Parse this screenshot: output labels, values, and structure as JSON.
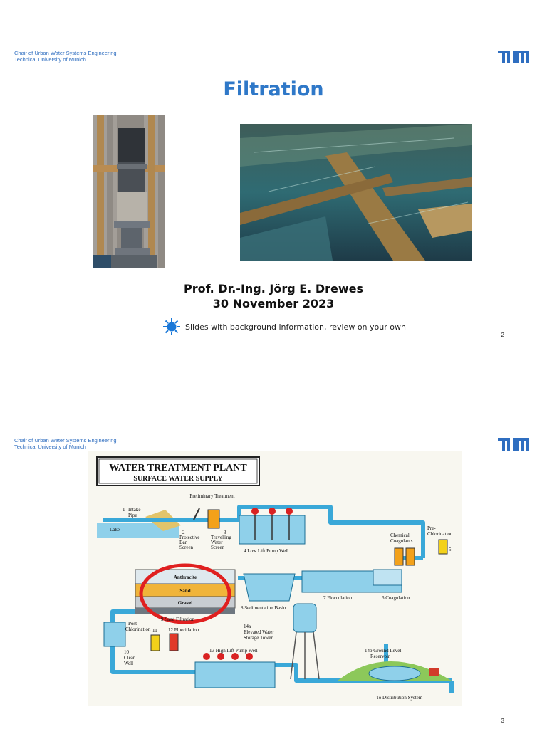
{
  "header": {
    "affiliation_line1": "Chair of Urban Water Systems Engineering",
    "affiliation_line2": "Technical University of Munich",
    "logo_text": "TUM"
  },
  "slide1": {
    "title": "Filtration",
    "author": "Prof. Dr.-Ing. Jörg E. Drewes",
    "date": "30 November 2023",
    "note_icon": "sun-icon",
    "note": "Slides with background information, review on your own",
    "page_number": "2"
  },
  "slide2": {
    "diagram": {
      "title_line1": "WATER TREATMENT PLANT",
      "title_line2": "SURFACE WATER SUPPLY",
      "labels": {
        "preliminary": "Preliminary Treatment",
        "intake_num": "1",
        "intake1": "Intake",
        "intake2": "Pipe",
        "lake": "Lake",
        "bar_num": "2",
        "bar1": "Protective",
        "bar2": "Bar",
        "bar3": "Screen",
        "travel_num": "3",
        "travel1": "Travelling",
        "travel2": "Water",
        "travel3": "Screen",
        "lowlift": "4 Low Lift Pump Well",
        "prechlor1": "Pre-",
        "prechlor2": "Chlorination",
        "prechlor_num": "5",
        "chem1": "Chemical",
        "chem2": "Coagulants",
        "anthracite": "Anthracite",
        "sand": "Sand",
        "gravel": "Gravel",
        "sandfilt": "9 Sand Filtration",
        "sedim": "8 Sedimentation Basin",
        "floc": "7 Flocculation",
        "coag": "6 Coagulation",
        "postchlor1": "Post-",
        "postchlor2": "Chlorination",
        "post_num": "11",
        "fluor": "12 Fluoridation",
        "clear_num": "10",
        "clear1": "Clear",
        "clear2": "Well",
        "highlift": "13 High Lift Pump Well",
        "tower1": "14a",
        "tower2": "Elevated Water",
        "tower3": "Storage Tower",
        "ground1": "14b Ground Level",
        "ground2": "Reservoir",
        "dist": "To Distribution System"
      }
    },
    "page_number": "3"
  },
  "colors": {
    "accent_blue": "#2f78c8",
    "affiliation_blue": "#2f6ec0",
    "water_pipe": "#3aa8d8",
    "highlight_red": "#e02020"
  }
}
